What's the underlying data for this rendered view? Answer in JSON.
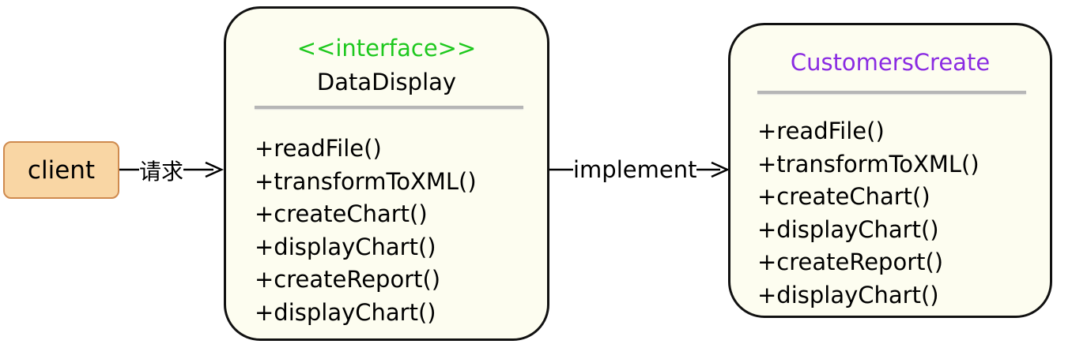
{
  "client": {
    "label": "client",
    "fill": "#f9d6a4",
    "border": "#cf8a4e"
  },
  "edges": {
    "request_label": "请求",
    "implement_label": "implement"
  },
  "interface_box": {
    "stereotype": "<<interface>>",
    "stereotype_color": "#1ec81e",
    "name": "DataDisplay",
    "methods": [
      "+readFile()",
      "+transformToXML()",
      "+createChart()",
      "+displayChart()",
      "+createReport()",
      "+displayChart()"
    ]
  },
  "impl_box": {
    "name": "CustomersCreate",
    "name_color": "#8a2be2",
    "methods": [
      "+readFile()",
      "+transformToXML()",
      "+createChart()",
      "+displayChart()",
      "+createReport()",
      "+displayChart()"
    ]
  },
  "colors": {
    "box_fill": "#fdfdf0",
    "box_border": "#111111",
    "divider": "#b6b6b6"
  }
}
